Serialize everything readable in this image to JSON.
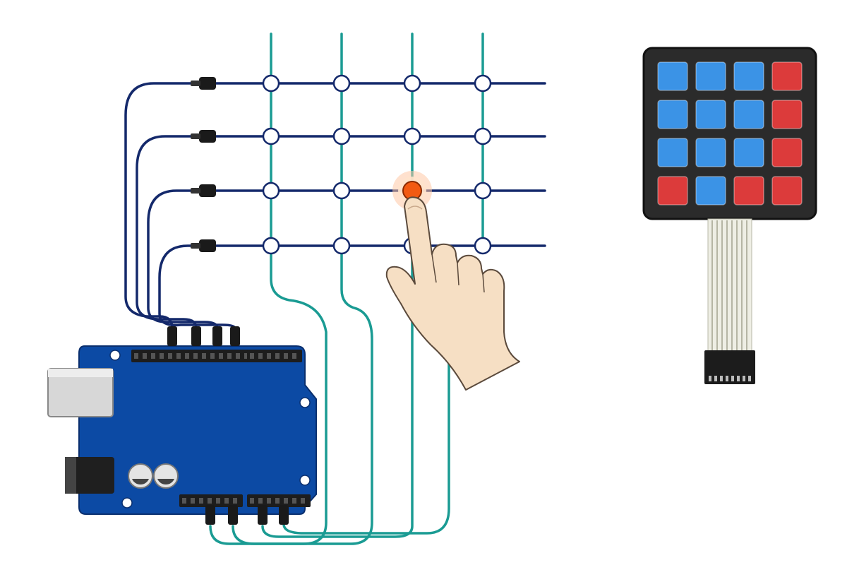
{
  "colors": {
    "background": "#ffffff",
    "row_wire": "#14296b",
    "column_wire": "#1a9b93",
    "node_fill": "#ffffff",
    "node_pressed": "#f25a12",
    "node_glow": "#ffc9a6",
    "board": "#0c4aa4",
    "board_edge": "#0a2f6e",
    "header": "#1d1d1d",
    "connector": "#1a1a1a",
    "usb_port": "#d7d7d7",
    "power_jack": "#1f1f1f",
    "capacitor": "#e4e4e4",
    "hand": "#f6dfc4",
    "hand_outline": "#5b4a3c",
    "keypad_frame": "#2b2b2b",
    "key_blue": "#3b93e6",
    "key_red": "#dc3b3b",
    "ribbon": "#eeeee4",
    "ribbon_line": "#9d9d88"
  },
  "matrix": {
    "rows": 4,
    "columns": 4,
    "pressed": {
      "row": 3,
      "column": 3
    }
  },
  "keypad": {
    "key_colors": [
      [
        "blue",
        "blue",
        "blue",
        "red"
      ],
      [
        "blue",
        "blue",
        "blue",
        "red"
      ],
      [
        "blue",
        "blue",
        "blue",
        "red"
      ],
      [
        "red",
        "blue",
        "red",
        "red"
      ]
    ],
    "ribbon_wires": 8
  },
  "icons": {
    "finger": "pointing-hand-icon",
    "board": "microcontroller-board-icon",
    "keypad": "membrane-keypad-icon"
  }
}
